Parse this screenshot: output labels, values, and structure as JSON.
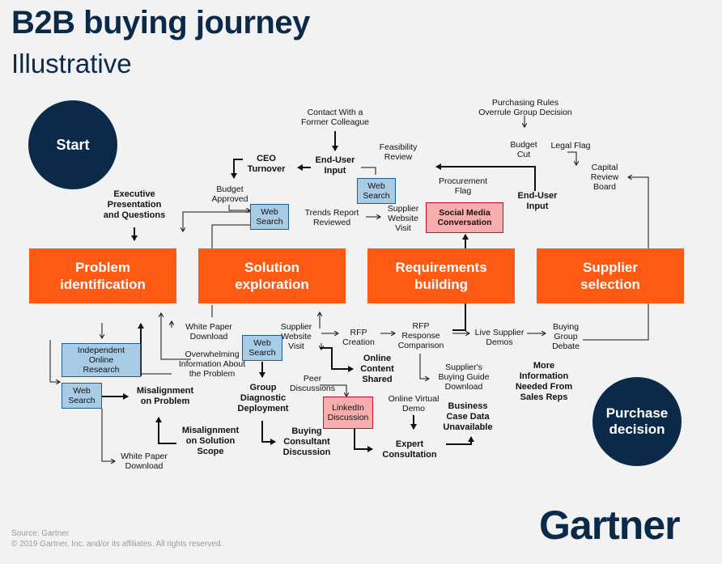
{
  "header": {
    "title": "B2B buying journey",
    "subtitle": "Illustrative"
  },
  "start": "Start",
  "purchase": "Purchase\ndecision",
  "stages": [
    "Problem\nidentification",
    "Solution\nexploration",
    "Requirements\nbuilding",
    "Supplier\nselection"
  ],
  "top": {
    "contact": "Contact With a\nFormer Colleague",
    "end_user_1": "End-User\nInput",
    "ceo": "CEO\nTurnover",
    "feasibility": "Feasibility\nReview",
    "web_search_1": "Web\nSearch",
    "budget_approved": "Budget\nApproved",
    "exec": "Executive\nPresentation\nand Questions",
    "web_search_2": "Web\nSearch",
    "trends": "Trends Report\nReviewed",
    "supplier_visit_1": "Supplier\nWebsite\nVisit",
    "social": "Social Media\nConversation",
    "procurement": "Procurement\nFlag",
    "purchasing_rules": "Purchasing Rules\nOverrule Group Decision",
    "budget_cut": "Budget\nCut",
    "end_user_2": "End-User\nInput",
    "legal": "Legal Flag",
    "capital": "Capital\nReview\nBoard"
  },
  "bottom": {
    "independent": "Independent\nOnline\nResearch",
    "web_search_3": "Web\nSearch",
    "misalign_problem": "Misalignment\non Problem",
    "white_paper_1": "White Paper\nDownload",
    "white_paper_2": "White Paper\nDownload",
    "overwhelming": "Overwhelming\nInformation About\nthe Problem",
    "web_search_4": "Web\nSearch",
    "supplier_visit_2": "Supplier\nWebsite\nVisit",
    "group_diag": "Group\nDiagnostic\nDeployment",
    "misalign_solution": "Misalignment\non Solution\nScope",
    "buying_consultant": "Buying\nConsultant\nDiscussion",
    "peer": "Peer\nDiscussions",
    "linkedin": "LinkedIn\nDiscussion",
    "online_content": "Online\nContent\nShared",
    "rfp_creation": "RFP\nCreation",
    "rfp_response": "RFP\nResponse\nComparison",
    "guide": "Supplier's\nBuying Guide\nDownload",
    "online_demo": "Online Virtual\nDemo",
    "expert": "Expert\nConsultation",
    "business_case": "Business\nCase Data\nUnavailable",
    "live_demos": "Live Supplier\nDemos",
    "debate": "Buying\nGroup\nDebate",
    "more_info": "More\nInformation\nNeeded From\nSales Reps"
  },
  "footer": {
    "source": "Source: Gartner",
    "copyright": "© 2019 Gartner, Inc. and/or its affiliates. All rights reserved.",
    "logo": "Gartner"
  },
  "colors": {
    "navy": "#0b2a4a",
    "orange": "#ff5a13",
    "blue_box": "#a8cbe6",
    "red_box": "#f7adad"
  }
}
